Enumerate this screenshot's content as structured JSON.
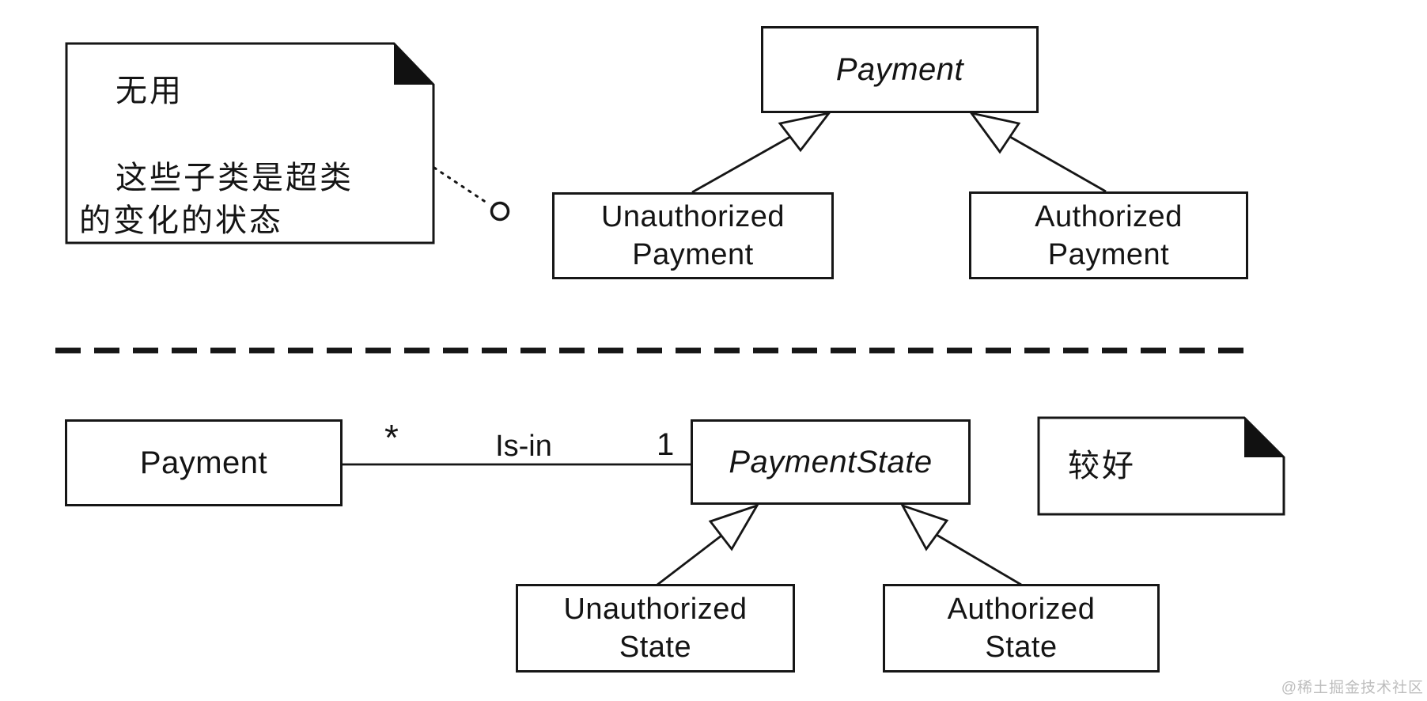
{
  "notes": {
    "top": {
      "title": "无用",
      "body_line1": "这些子类是超类",
      "body_line2": "的变化的状态"
    },
    "bottom": {
      "text": "较好"
    }
  },
  "top_diagram": {
    "superclass": "Payment",
    "superclass_abstract": true,
    "subclass_left": {
      "line1": "Unauthorized",
      "line2": "Payment"
    },
    "subclass_right": {
      "line1": "Authorized",
      "line2": "Payment"
    }
  },
  "bottom_diagram": {
    "class_payment": "Payment",
    "association": {
      "label": "Is-in",
      "multiplicity_source": "*",
      "multiplicity_target": "1"
    },
    "superclass": "PaymentState",
    "superclass_abstract": true,
    "subclass_left": {
      "line1": "Unauthorized",
      "line2": "State"
    },
    "subclass_right": {
      "line1": "Authorized",
      "line2": "State"
    }
  },
  "watermark": "@稀土掘金技术社区",
  "colors": {
    "ink": "#161616",
    "background": "#ffffff",
    "note_fold": "#111111",
    "watermark": "#bdbdbd"
  }
}
